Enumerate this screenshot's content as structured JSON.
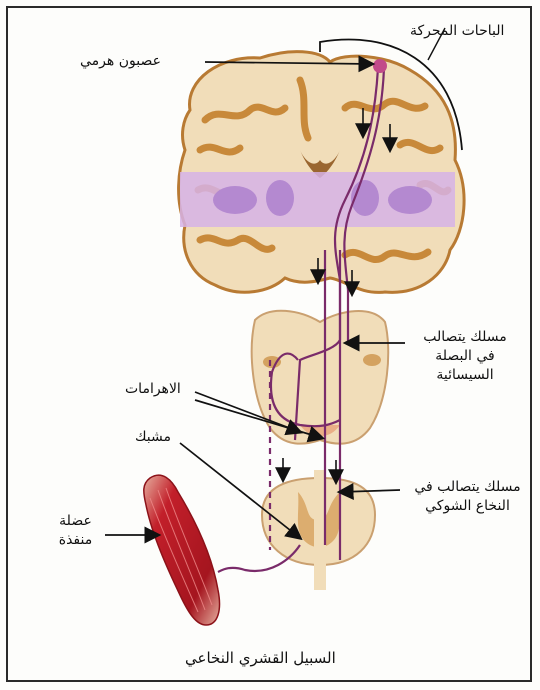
{
  "labels": {
    "motor_areas": "الباحات المحركة",
    "pyramidal_neuron": "عصبون هرمي",
    "medulla_decussation": [
      "مسلك يتصالب",
      "في البصلة",
      "السيسائية"
    ],
    "pyramids": "الاهرامات",
    "synapse": "مشبك",
    "spinal_decussation": [
      "مسلك يتصالب في",
      "النخاع الشوكي"
    ],
    "effector_muscle": [
      "عضلة",
      "منفذة"
    ],
    "caption": "السبيل القشري النخاعي"
  },
  "colors": {
    "brain_tissue": "#f1ddb9",
    "gyri_fold": "#c8893a",
    "internal_capsule_band": "#d6b3e6",
    "tract": "#7a2b6a",
    "muscle": "#c21f2a",
    "arrow": "#111111"
  }
}
